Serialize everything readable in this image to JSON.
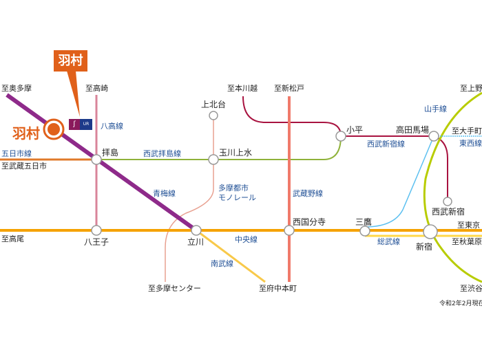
{
  "callout": {
    "label": "羽村"
  },
  "highlight_station": {
    "label": "羽村"
  },
  "ur_logo": {
    "mark": "UR"
  },
  "stations": {
    "haijima": "拝島",
    "tamagawajosui": "玉川上水",
    "kamikitadai": "上北台",
    "kodaira": "小平",
    "takadanobaba": "高田馬場",
    "seibushinjuku": "西武新宿",
    "hachioji": "八王子",
    "tachikawa": "立川",
    "nishikokubunji": "西国分寺",
    "mitaka": "三鷹",
    "shinjuku": "新宿"
  },
  "lines": {
    "hachiko": "八高線",
    "itsukaichi": "五日市線",
    "seibuhaijima": "西武拝島線",
    "ome": "青梅線",
    "monorail1": "多摩都市",
    "monorail2": "モノレール",
    "musashino": "武蔵野線",
    "chuo": "中央線",
    "nambu": "南武線",
    "sobu": "総武線",
    "seibushinjuku": "西武新宿線",
    "yamanote": "山手線",
    "tozai": "東西線"
  },
  "directions": {
    "okutama": "至奥多摩",
    "takasaki": "至高崎",
    "honkawagoe": "至本川越",
    "shinmatsudo": "至新松戸",
    "ueno": "至上野",
    "otemachi": "至大手町",
    "musashiitsukaichi": "至武蔵五日市",
    "takao": "至高尾",
    "tamacenter": "至多摩センター",
    "fuchuhommachi": "至府中本町",
    "tokyo": "至東京",
    "akihabara": "至秋葉原",
    "shibuya": "至渋谷"
  },
  "note": "令和2年2月現在",
  "colors": {
    "ome": "#8e2a8a",
    "chuo": "#f5a200",
    "sobu": "#ffd84a",
    "hachiko": "#d9849a",
    "seibu": "#a8123f",
    "seibuhaijima": "#8fb23a",
    "musashino": "#f07a6a",
    "yamanote": "#b8cc00",
    "tozai": "#5cc0f0",
    "nambu": "#f8c94a",
    "monorail": "#e8a090",
    "itsukaichi": "#e07a2a",
    "highlight": "#e0601a"
  }
}
